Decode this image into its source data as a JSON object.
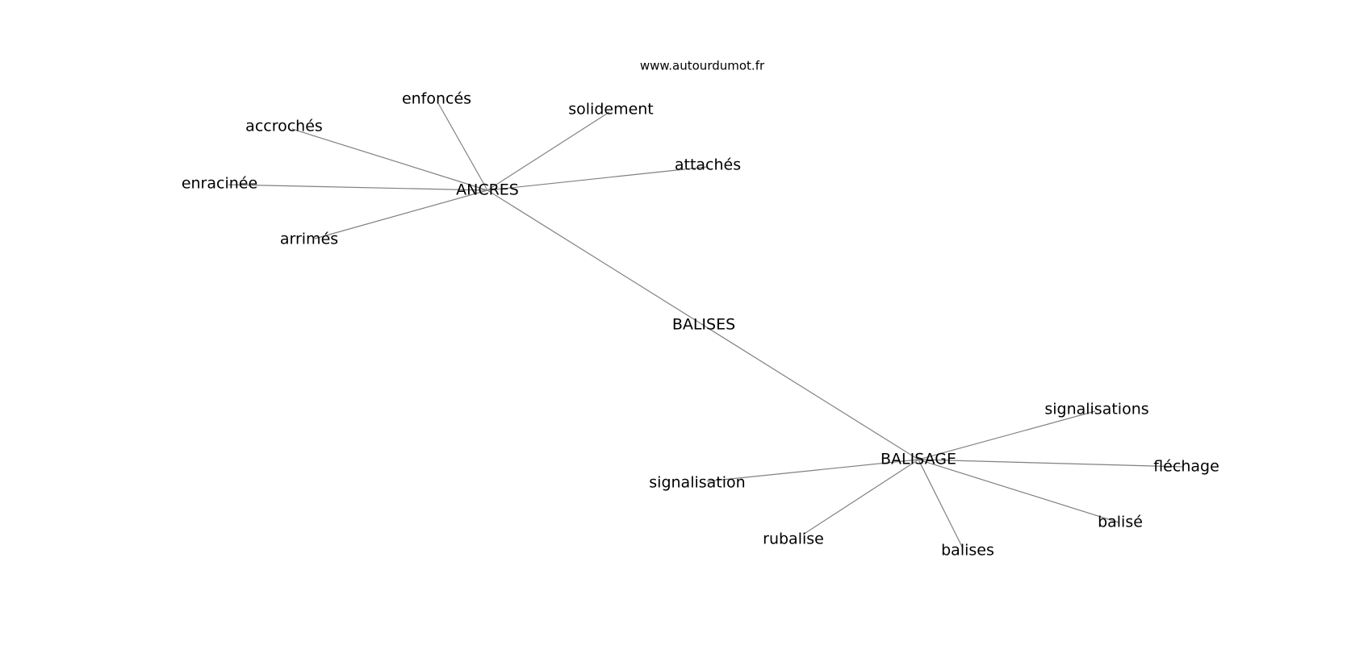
{
  "watermark": "www.autourdumot.fr",
  "graph": {
    "nodes": [
      {
        "id": "balises_center",
        "label": "BALISES"
      },
      {
        "id": "ancres",
        "label": "ANCRES"
      },
      {
        "id": "balisage",
        "label": "BALISAGE"
      },
      {
        "id": "enfonces",
        "label": "enfoncés"
      },
      {
        "id": "solidement",
        "label": "solidement"
      },
      {
        "id": "accroches",
        "label": "accrochés"
      },
      {
        "id": "attaches",
        "label": "attachés"
      },
      {
        "id": "enracinee",
        "label": "enracinée"
      },
      {
        "id": "arrimes",
        "label": "arrimés"
      },
      {
        "id": "signalisations",
        "label": "signalisations"
      },
      {
        "id": "flechage",
        "label": "fléchage"
      },
      {
        "id": "signalisation",
        "label": "signalisation"
      },
      {
        "id": "balise",
        "label": "balisé"
      },
      {
        "id": "rubalise",
        "label": "rubalise"
      },
      {
        "id": "balises",
        "label": "balises"
      }
    ],
    "edges": [
      [
        "ancres",
        "balisage"
      ],
      [
        "ancres",
        "enfonces"
      ],
      [
        "ancres",
        "solidement"
      ],
      [
        "ancres",
        "accroches"
      ],
      [
        "ancres",
        "attaches"
      ],
      [
        "ancres",
        "enracinee"
      ],
      [
        "ancres",
        "arrimes"
      ],
      [
        "balisage",
        "signalisations"
      ],
      [
        "balisage",
        "flechage"
      ],
      [
        "balisage",
        "signalisation"
      ],
      [
        "balisage",
        "balise"
      ],
      [
        "balisage",
        "rubalise"
      ],
      [
        "balisage",
        "balises"
      ]
    ]
  }
}
